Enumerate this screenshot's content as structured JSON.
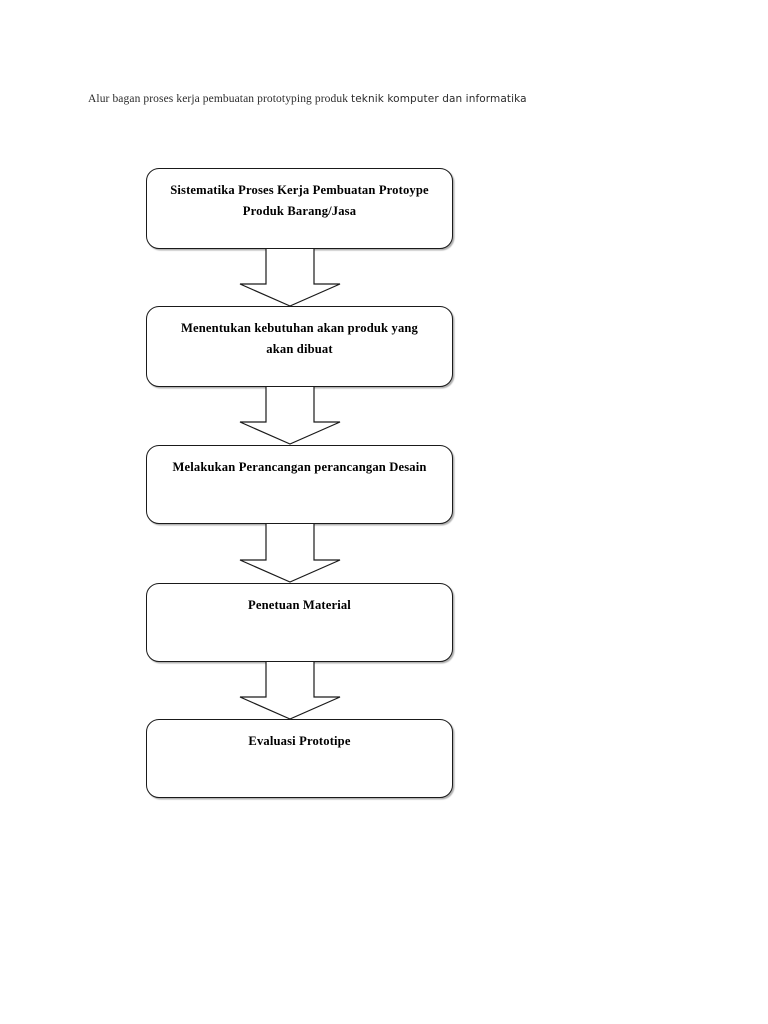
{
  "document": {
    "caption": {
      "segment_serif": "Alur bagan proses kerja pembuatan prototyping produk ",
      "segment_sans": "teknik komputer dan informatika",
      "full_text": "Alur bagan proses kerja pembuatan prototyping produk teknik komputer dan informatika"
    },
    "page_background": "#ffffff",
    "text_color": "#000000"
  },
  "flowchart": {
    "type": "vertical-process-flow",
    "orientation": "top-to-bottom",
    "node_shape": "rounded-rectangle",
    "connector_shape": "block-down-arrow",
    "border_color": "#1a1a1a",
    "fill_color": "#ffffff",
    "nodes": [
      {
        "id": "node-1",
        "label_line_1": "Sistematika Proses Kerja Pembuatan Protoype",
        "label_line_2": "Produk Barang/Jasa",
        "label": "Sistematika Proses Kerja Pembuatan Protoype Produk Barang/Jasa"
      },
      {
        "id": "node-2",
        "label_line_1": "Menentukan kebutuhan akan produk yang",
        "label_line_2": "akan dibuat",
        "label": "Menentukan kebutuhan akan produk yang akan dibuat"
      },
      {
        "id": "node-3",
        "label_line_1": "Melakukan Perancangan perancangan Desain",
        "label_line_2": "",
        "label": "Melakukan Perancangan perancangan Desain"
      },
      {
        "id": "node-4",
        "label_line_1": "Penetuan Material",
        "label_line_2": "",
        "label": "Penetuan Material"
      },
      {
        "id": "node-5",
        "label_line_1": "Evaluasi Prototipe",
        "label_line_2": "",
        "label": "Evaluasi Prototipe"
      }
    ],
    "connectors": [
      {
        "id": "arrow-1",
        "from": "node-1",
        "to": "node-2",
        "direction": "down"
      },
      {
        "id": "arrow-2",
        "from": "node-2",
        "to": "node-3",
        "direction": "down"
      },
      {
        "id": "arrow-3",
        "from": "node-3",
        "to": "node-4",
        "direction": "down"
      },
      {
        "id": "arrow-4",
        "from": "node-4",
        "to": "node-5",
        "direction": "down"
      }
    ]
  }
}
